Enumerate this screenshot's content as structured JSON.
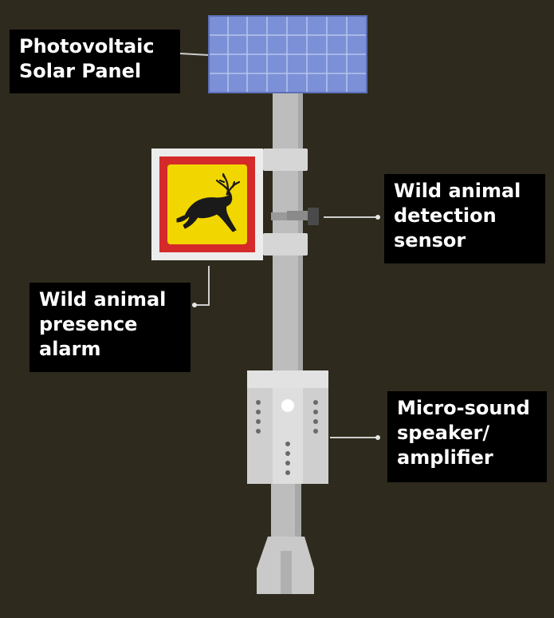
{
  "labels": {
    "solar_panel": {
      "lines": [
        "Photovoltaic",
        "Solar Panel"
      ]
    },
    "detection_sensor": {
      "lines": [
        "Wild animal",
        "detection",
        "sensor"
      ]
    },
    "presence_alarm": {
      "lines": [
        "Wild animal",
        "presence",
        "alarm"
      ]
    },
    "speaker": {
      "lines": [
        "Micro-sound",
        "speaker/",
        "amplifier"
      ]
    }
  },
  "colors": {
    "background": "#2e2a1d",
    "panel": "#7b90d6",
    "pole": "#bdbdbd",
    "sign_red": "#d42a2a",
    "sign_yellow": "#f2d600",
    "label_bg": "#000000"
  },
  "icons": {
    "deer": "leaping-deer-icon"
  }
}
